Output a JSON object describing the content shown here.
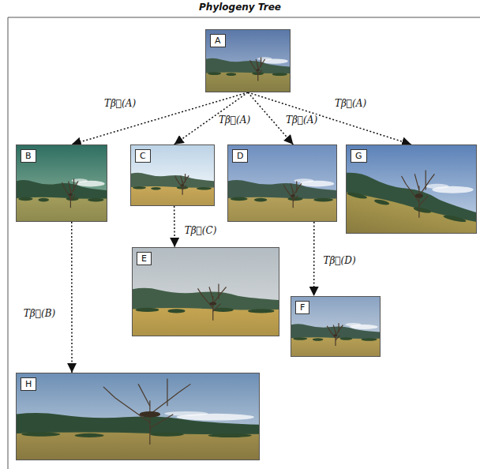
{
  "diagram": {
    "title": "Phylogeny Tree",
    "nodes": [
      {
        "text": [
          "A"
        ]
      },
      {
        "text": [
          "B"
        ]
      },
      {
        "text": [
          "C"
        ]
      },
      {
        "text": [
          "D"
        ]
      },
      {
        "text": [
          "G"
        ]
      },
      {
        "text": [
          "E"
        ]
      },
      {
        "text": [
          "F"
        ]
      },
      {
        "text": [
          "H"
        ]
      }
    ],
    "edges": [
      {
        "from": 0,
        "to": 1,
        "arrow": "to",
        "label": "Tβ⃗(A)"
      },
      {
        "from": 0,
        "to": 2,
        "arrow": "to",
        "label": "Tβ⃗(A)"
      },
      {
        "from": 0,
        "to": 3,
        "arrow": "to",
        "label": "Tβ⃗(A)"
      },
      {
        "from": 0,
        "to": 4,
        "arrow": "to",
        "label": "Tβ⃗(A)"
      },
      {
        "from": 2,
        "to": 5,
        "arrow": "to",
        "label": "Tβ⃗(C)"
      },
      {
        "from": 3,
        "to": 6,
        "arrow": "to",
        "label": "Tβ⃗(D)"
      },
      {
        "from": 1,
        "to": 7,
        "arrow": "to",
        "label": "Tβ⃗(B)"
      }
    ]
  }
}
